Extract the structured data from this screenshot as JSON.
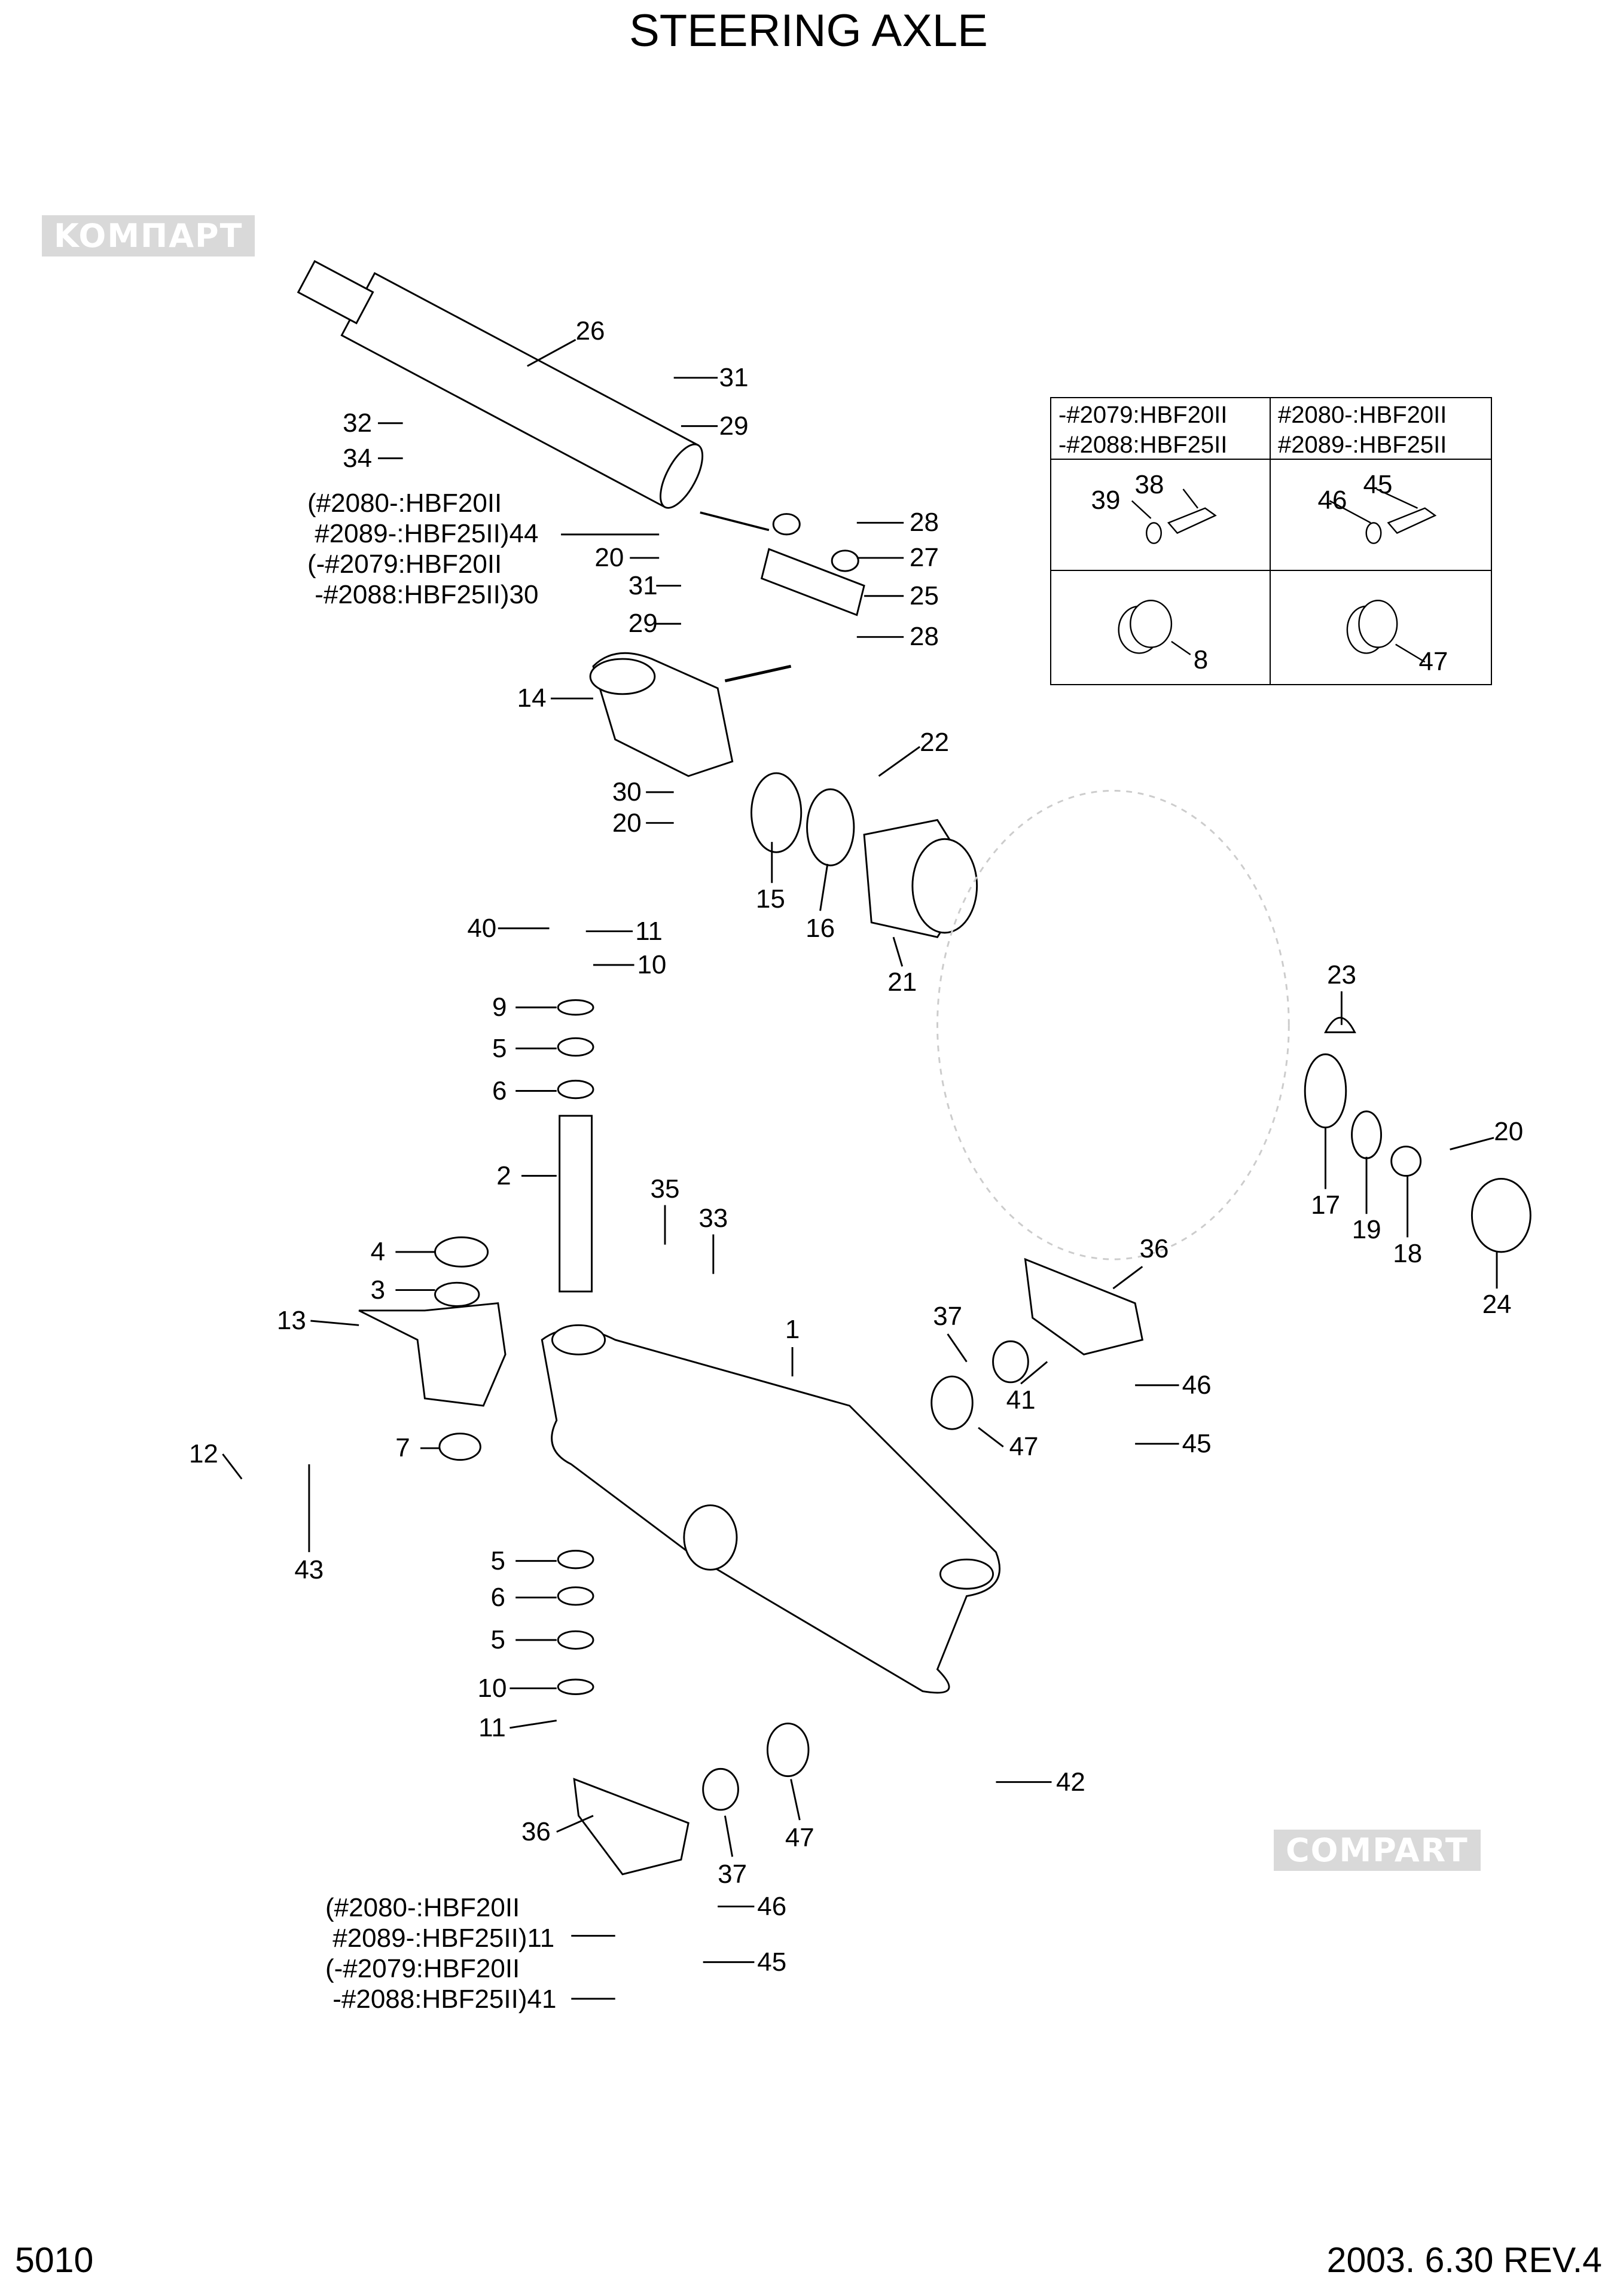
{
  "title": "STEERING AXLE",
  "footer": {
    "page": "5010",
    "revision": "2003. 6.30 REV.4"
  },
  "watermark": {
    "text_a": "KOMПАРТ",
    "text_b": "COMPART"
  },
  "serial_table": {
    "col1_header": "-#2079:HBF20II\n-#2088:HBF25II",
    "col2_header": "#2080-:HBF20II\n#2089-:HBF25II",
    "cells": [
      "39",
      "38",
      "46",
      "45",
      "8",
      "47"
    ]
  },
  "notes": {
    "note_44_30": "(#2080-:HBF20II\n #2089-:HBF25II)44\n(-#2079:HBF20II\n -#2088:HBF25II)30",
    "note_11_41": "(#2080-:HBF20II\n #2089-:HBF25II)11\n(-#2079:HBF20II\n -#2088:HBF25II)41"
  },
  "callouts": [
    "26",
    "31",
    "29",
    "32",
    "34",
    "20",
    "31",
    "29",
    "28",
    "27",
    "25",
    "28",
    "14",
    "22",
    "30",
    "20",
    "15",
    "16",
    "21",
    "40",
    "11",
    "10",
    "9",
    "5",
    "6",
    "23",
    "20",
    "2",
    "35",
    "33",
    "17",
    "19",
    "18",
    "24",
    "4",
    "3",
    "13",
    "1",
    "36",
    "37",
    "46",
    "41",
    "45",
    "47",
    "12",
    "7",
    "43",
    "5",
    "6",
    "5",
    "10",
    "11",
    "42",
    "36",
    "47",
    "37",
    "46",
    "45"
  ]
}
